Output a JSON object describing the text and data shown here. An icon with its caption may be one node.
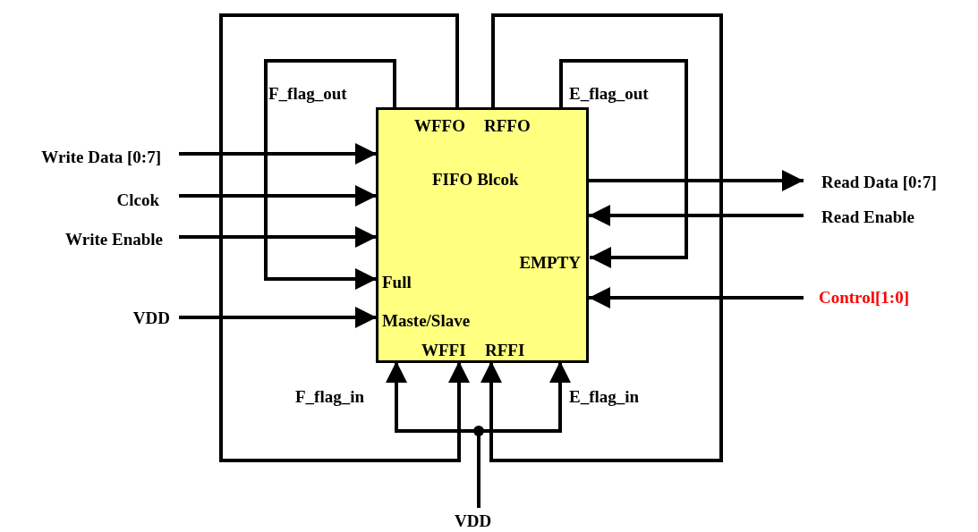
{
  "diagram": {
    "nodes": [
      {
        "text": [
          "FIFO Blcok"
        ]
      },
      {
        "text": [
          "WFFO"
        ],
        "in": 0
      },
      {
        "text": [
          "RFFO"
        ],
        "in": 0
      },
      {
        "text": [
          "EMPTY"
        ],
        "in": 0
      },
      {
        "text": [
          "Full"
        ],
        "in": 0
      },
      {
        "text": [
          "Maste/Slave"
        ],
        "in": 0
      },
      {
        "text": [
          "WFFI"
        ],
        "in": 0
      },
      {
        "text": [
          "RFFI"
        ],
        "in": 0
      },
      {
        "text": [
          "Write Data [0:7]"
        ]
      },
      {
        "text": [
          "Clcok"
        ]
      },
      {
        "text": [
          "Write Enable"
        ]
      },
      {
        "text": [
          "VDD"
        ]
      },
      {
        "text": [
          "Read Data [0:7]"
        ]
      },
      {
        "text": [
          "Read Enable"
        ]
      },
      {
        "text": [
          "Control[1:0]"
        ]
      },
      {
        "text": [
          "VDD"
        ]
      }
    ],
    "edges": [
      {
        "from": 0,
        "to": 4,
        "arrow": "to",
        "label": "F_flag_out"
      },
      {
        "from": 1,
        "to": 6,
        "arrow": "to"
      },
      {
        "from": 2,
        "to": 7,
        "arrow": "to"
      },
      {
        "from": 0,
        "to": 3,
        "arrow": "to",
        "label": "E_flag_out"
      },
      {
        "from": 8,
        "to": 0,
        "arrow": "to"
      },
      {
        "from": 9,
        "to": 0,
        "arrow": "to"
      },
      {
        "from": 10,
        "to": 0,
        "arrow": "to"
      },
      {
        "from": 11,
        "to": 5,
        "arrow": "to"
      },
      {
        "from": 0,
        "to": 12,
        "arrow": "to"
      },
      {
        "from": 13,
        "to": 0,
        "arrow": "to"
      },
      {
        "from": 14,
        "to": 0,
        "arrow": "to"
      },
      {
        "from": 15,
        "to": 0,
        "arrow": "to",
        "label": "F_flag_in"
      },
      {
        "from": 15,
        "to": 0,
        "arrow": "to",
        "label": "E_flag_in"
      }
    ]
  }
}
